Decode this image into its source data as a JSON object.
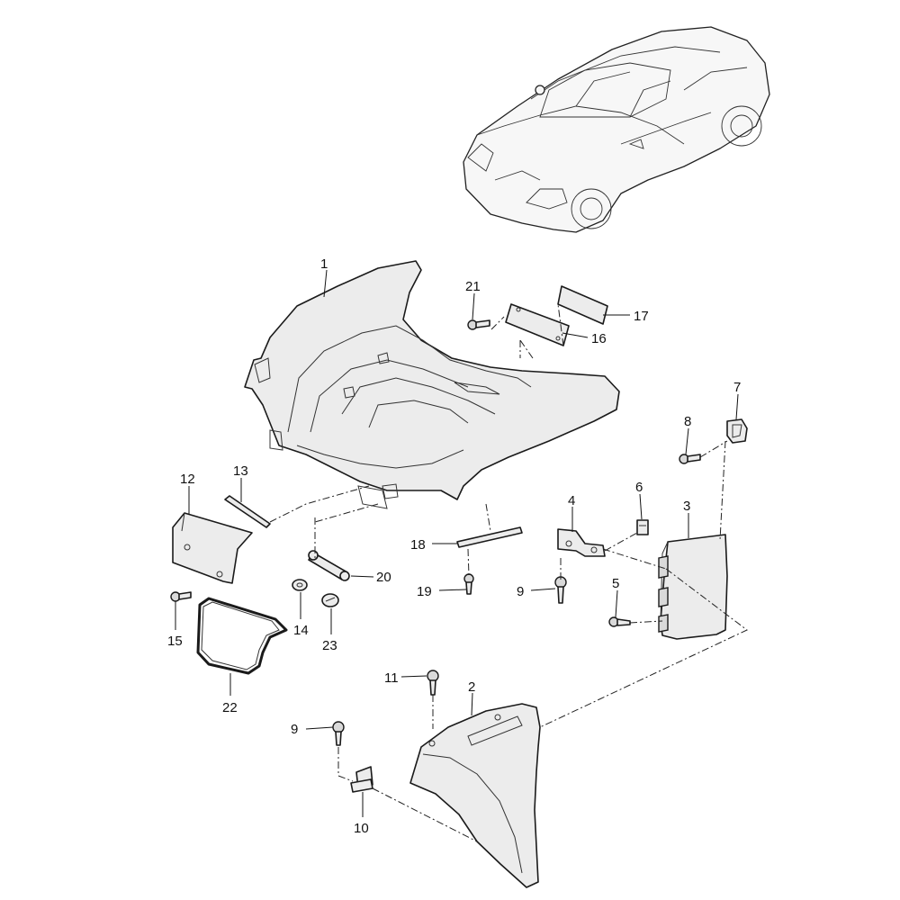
{
  "callouts": [
    {
      "id": "1",
      "text": "1"
    },
    {
      "id": "2",
      "text": "2"
    },
    {
      "id": "3",
      "text": "3"
    },
    {
      "id": "4",
      "text": "4"
    },
    {
      "id": "5",
      "text": "5"
    },
    {
      "id": "6",
      "text": "6"
    },
    {
      "id": "7",
      "text": "7"
    },
    {
      "id": "8",
      "text": "8"
    },
    {
      "id": "9a",
      "text": "9"
    },
    {
      "id": "9b",
      "text": "9"
    },
    {
      "id": "10",
      "text": "10"
    },
    {
      "id": "11",
      "text": "11"
    },
    {
      "id": "12",
      "text": "12"
    },
    {
      "id": "13",
      "text": "13"
    },
    {
      "id": "14",
      "text": "14"
    },
    {
      "id": "15",
      "text": "15"
    },
    {
      "id": "16",
      "text": "16"
    },
    {
      "id": "17",
      "text": "17"
    },
    {
      "id": "18",
      "text": "18"
    },
    {
      "id": "19",
      "text": "19"
    },
    {
      "id": "20",
      "text": "20"
    },
    {
      "id": "21",
      "text": "21"
    },
    {
      "id": "22",
      "text": "22"
    },
    {
      "id": "23",
      "text": "23"
    }
  ]
}
